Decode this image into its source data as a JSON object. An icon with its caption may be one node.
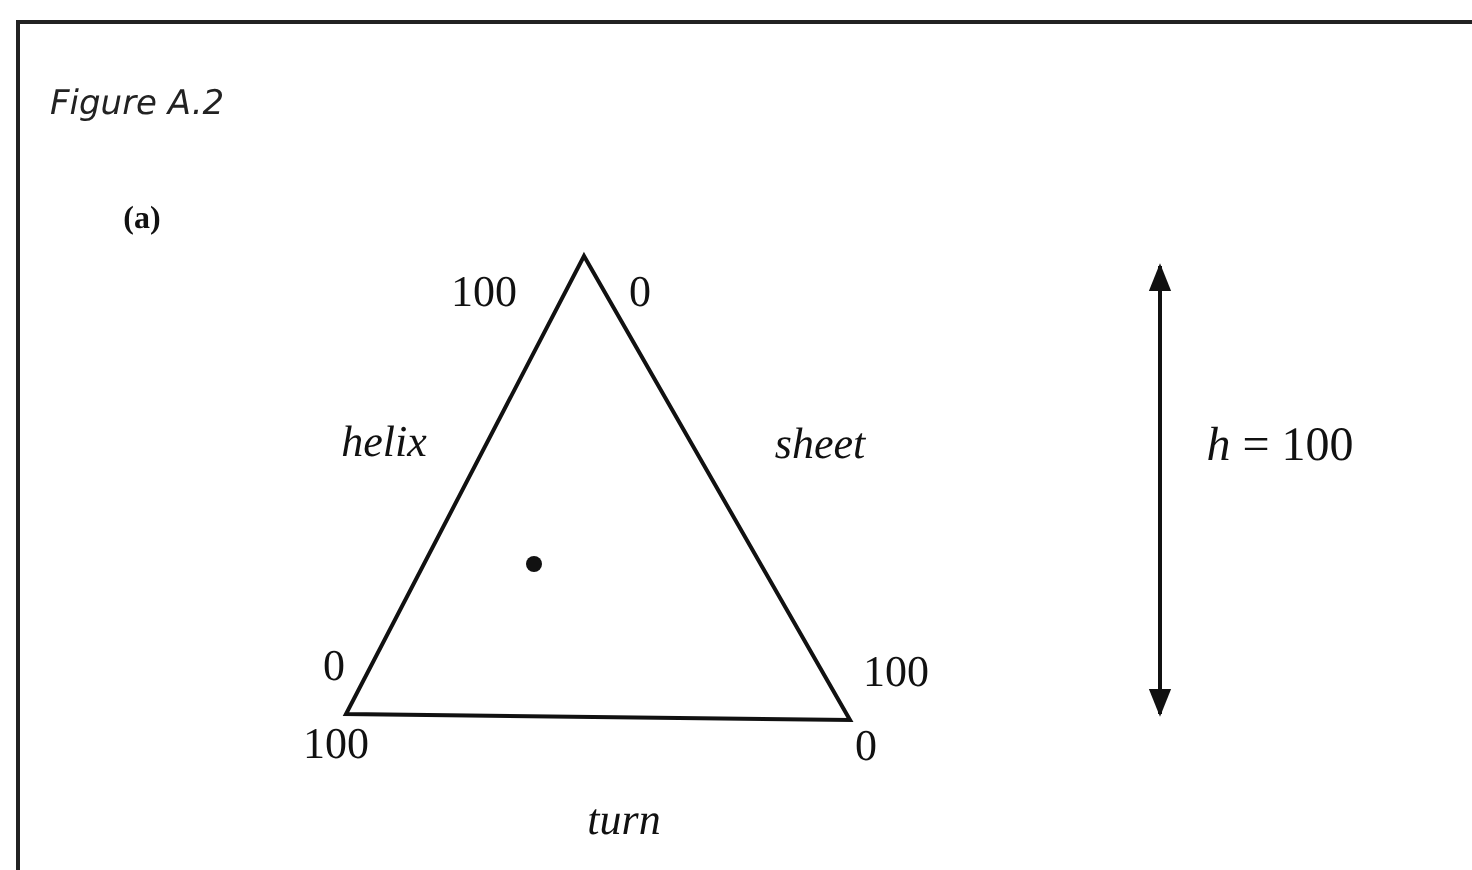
{
  "diagram": {
    "title": "Figure A.2",
    "labels": [
      "(a)",
      "100",
      "0",
      "helix",
      "sheet",
      "*h* = 100",
      "0",
      "100",
      "100",
      "0",
      "turn"
    ]
  }
}
